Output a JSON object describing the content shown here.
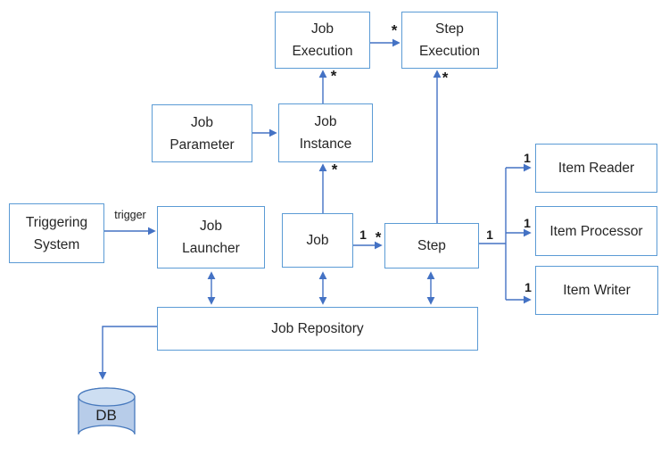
{
  "diagram": {
    "nodes": {
      "job_execution": {
        "label": "Job\nExecution"
      },
      "step_execution": {
        "label": "Step\nExecution"
      },
      "job_parameter": {
        "label": "Job\nParameter"
      },
      "job_instance": {
        "label": "Job\nInstance"
      },
      "triggering_system": {
        "label": "Triggering\nSystem"
      },
      "job_launcher": {
        "label": "Job\nLauncher"
      },
      "job": {
        "label": "Job"
      },
      "step": {
        "label": "Step"
      },
      "item_reader": {
        "label": "Item Reader"
      },
      "item_processor": {
        "label": "Item Processor"
      },
      "item_writer": {
        "label": "Item Writer"
      },
      "job_repository": {
        "label": "Job Repository"
      },
      "db": {
        "label": "DB"
      }
    },
    "edge_labels": {
      "trigger": "trigger",
      "exec_to_exec_many": "*",
      "instance_to_exec_many": "*",
      "step_to_exec_many": "*",
      "job_to_instance_many": "*",
      "job_to_step_one": "1",
      "job_to_step_many": "*",
      "step_branch_one": "1",
      "reader_one": "1",
      "processor_one": "1",
      "writer_one": "1"
    },
    "edges": [
      {
        "from": "Job Execution",
        "to": "Step Execution",
        "labels": [
          "*"
        ],
        "type": "arrow"
      },
      {
        "from": "Job Instance",
        "to": "Job Execution",
        "labels": [
          "*"
        ],
        "type": "arrow"
      },
      {
        "from": "Step",
        "to": "Step Execution",
        "labels": [
          "*"
        ],
        "type": "arrow"
      },
      {
        "from": "Job Parameter",
        "to": "Job Instance",
        "labels": [],
        "type": "arrow"
      },
      {
        "from": "Job",
        "to": "Job Instance",
        "labels": [
          "*"
        ],
        "type": "arrow"
      },
      {
        "from": "Triggering System",
        "to": "Job Launcher",
        "labels": [
          "trigger"
        ],
        "type": "arrow"
      },
      {
        "from": "Job",
        "to": "Step",
        "labels": [
          "1",
          "*"
        ],
        "type": "arrow"
      },
      {
        "from": "Step",
        "to": "Item Reader",
        "labels": [
          "1",
          "1"
        ],
        "type": "arrow"
      },
      {
        "from": "Step",
        "to": "Item Processor",
        "labels": [
          "1",
          "1"
        ],
        "type": "arrow"
      },
      {
        "from": "Step",
        "to": "Item Writer",
        "labels": [
          "1",
          "1"
        ],
        "type": "arrow"
      },
      {
        "from": "Job Launcher",
        "to": "Job Repository",
        "labels": [],
        "type": "double-arrow"
      },
      {
        "from": "Job",
        "to": "Job Repository",
        "labels": [],
        "type": "double-arrow"
      },
      {
        "from": "Step",
        "to": "Job Repository",
        "labels": [],
        "type": "double-arrow"
      },
      {
        "from": "Job Repository",
        "to": "DB",
        "labels": [],
        "type": "arrow"
      }
    ],
    "colors": {
      "box_border": "#5b9bd5",
      "connector": "#4472c4",
      "db_body_fill": "#b7cce9",
      "db_top_fill": "#cddef2",
      "text": "#262626"
    }
  }
}
